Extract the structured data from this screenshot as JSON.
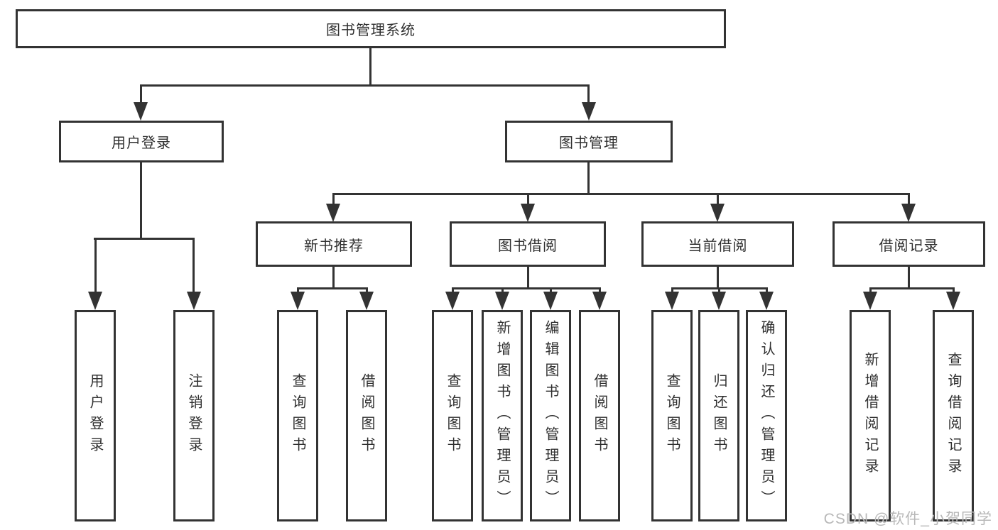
{
  "diagram": {
    "title_node": "图书管理系统",
    "nodes": {
      "user_login": "用户登录",
      "book_mgmt": "图书管理",
      "recommend": "新书推荐",
      "borrow": "图书借阅",
      "current": "当前借阅",
      "records": "借阅记录",
      "leaves": {
        "login": [
          "用户登录",
          "注销登录"
        ],
        "recommend": [
          "查询图书",
          "借阅图书"
        ],
        "borrow": [
          "查询图书",
          "新增图书（管理员）",
          "编辑图书（管理员）",
          "借阅图书"
        ],
        "current": [
          "查询图书",
          "归还图书",
          "确认归还（管理员）"
        ],
        "records": [
          "新增借阅记录",
          "查询借阅记录"
        ]
      }
    },
    "watermark": "CSDN @软件_小贺同学",
    "colors": {
      "line": "#333333",
      "text": "#2f2f2f",
      "watermark": "#b8b8b8",
      "background": "#ffffff"
    }
  }
}
